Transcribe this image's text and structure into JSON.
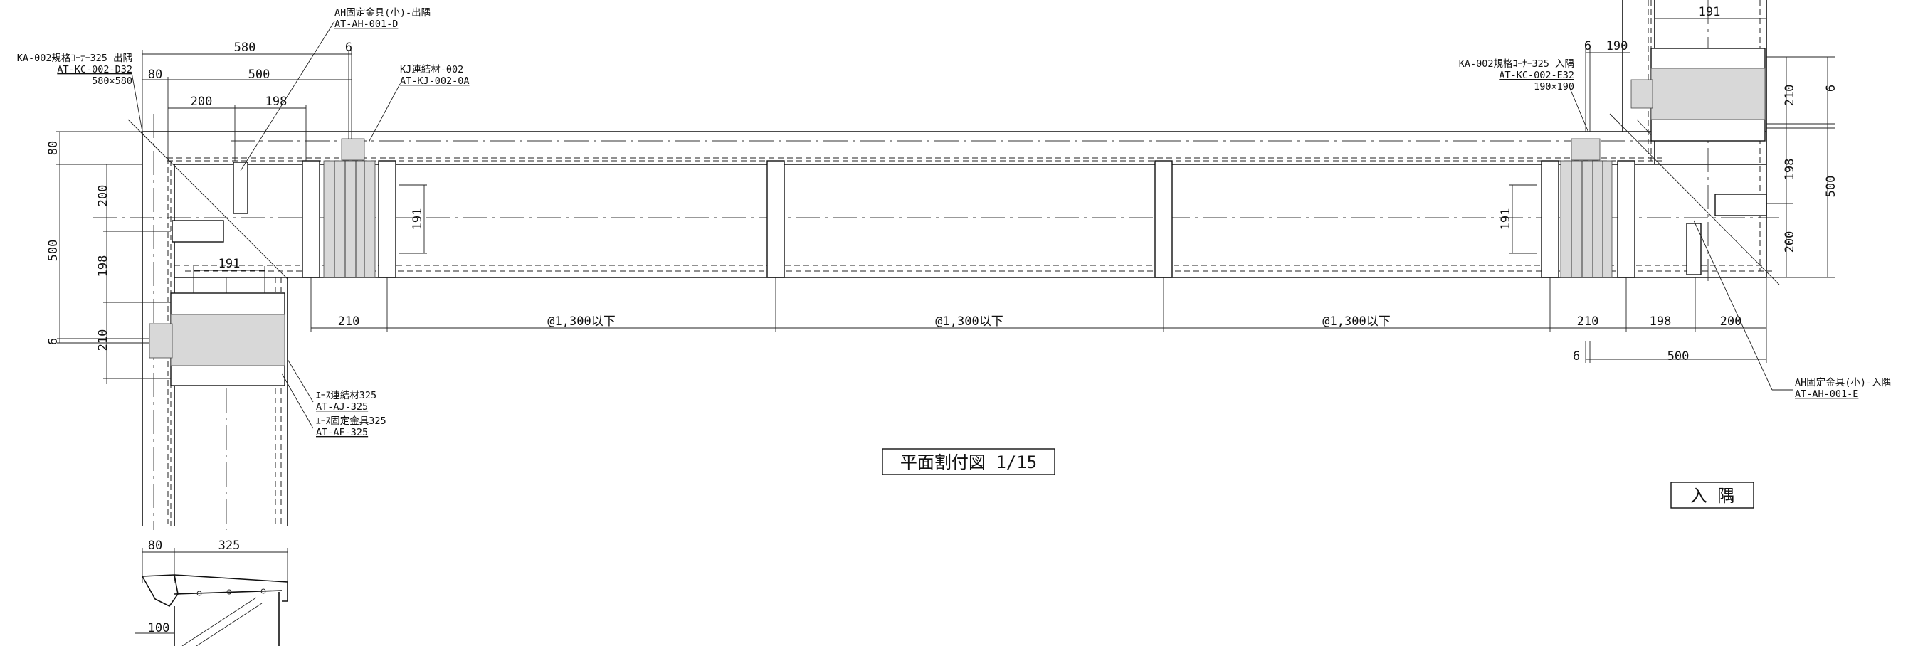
{
  "plan": {
    "title": "平面割付図 1/15",
    "corner_label": "入 隅"
  },
  "callouts": {
    "ah_out": {
      "name": "AH固定金具(小)-出隅",
      "code": "AT-AH-001-D"
    },
    "ka_out": {
      "name": "KA-002規格ｺｰﾅｰ325 出隅",
      "code": "AT-KC-002-D32",
      "size": "580×580"
    },
    "kj": {
      "name": "KJ連結材-002",
      "code": "AT-KJ-002-0A"
    },
    "ka_in": {
      "name": "KA-002規格ｺｰﾅｰ325 入隅",
      "code": "AT-KC-002-E32",
      "size": "190×190"
    },
    "ah_in": {
      "name": "AH固定金具(小)-入隅",
      "code": "AT-AH-001-E"
    },
    "aj": {
      "name": "ｴｰｽ連結材325",
      "code": "AT-AJ-325"
    },
    "af": {
      "name": "ｴｰｽ固定金具325",
      "code": "AT-AF-325"
    }
  },
  "dims": {
    "top_580": "580",
    "top_6": "6",
    "top_80": "80",
    "top_500": "500",
    "top_200": "200",
    "top_198": "198",
    "left_80": "80",
    "left_200": "200",
    "left_500": "500",
    "left_198": "198",
    "left_6": "6",
    "left_210": "210",
    "mid_191": "191",
    "v191_left": "191",
    "v191_right": "191",
    "bot_210_l": "210",
    "pitch_1": "@1,300以下",
    "pitch_2": "@1,300以下",
    "pitch_3": "@1,300以下",
    "bot_210_r": "210",
    "bot_198": "198",
    "bot_200": "200",
    "bot_6": "6",
    "bot_500": "500",
    "tr_6": "6",
    "tr_190": "190",
    "tr_191": "191",
    "r_210": "210",
    "r_6": "6",
    "r_198": "198",
    "r_500": "500",
    "r_200": "200",
    "sec_80": "80",
    "sec_325": "325",
    "sec_100": "100"
  }
}
